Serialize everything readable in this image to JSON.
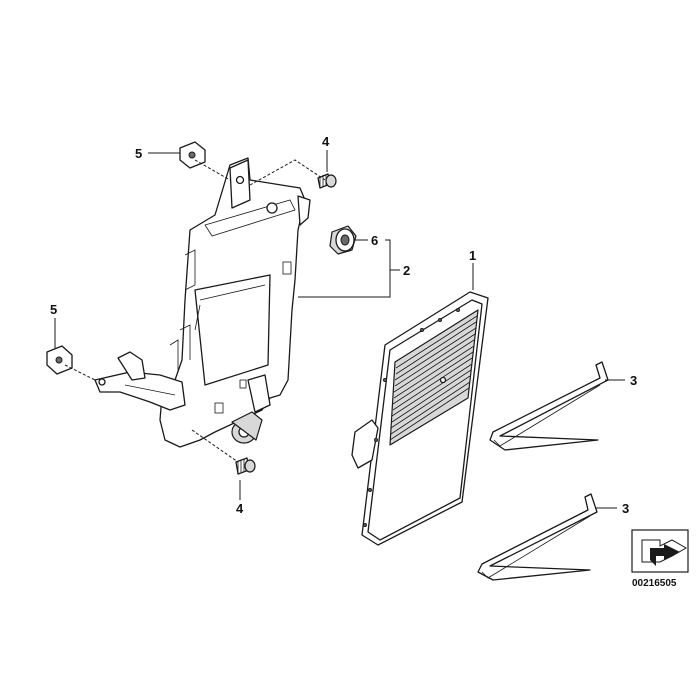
{
  "diagram": {
    "callouts": {
      "part_1": "1",
      "part_2": "2",
      "part_3_upper": "3",
      "part_3_lower": "3",
      "part_4_upper": "4",
      "part_4_lower": "4",
      "part_5_upper": "5",
      "part_5_left": "5",
      "part_6": "6"
    },
    "reference_number": "00216505",
    "reference_icon": "arrow-symbol-icon"
  }
}
